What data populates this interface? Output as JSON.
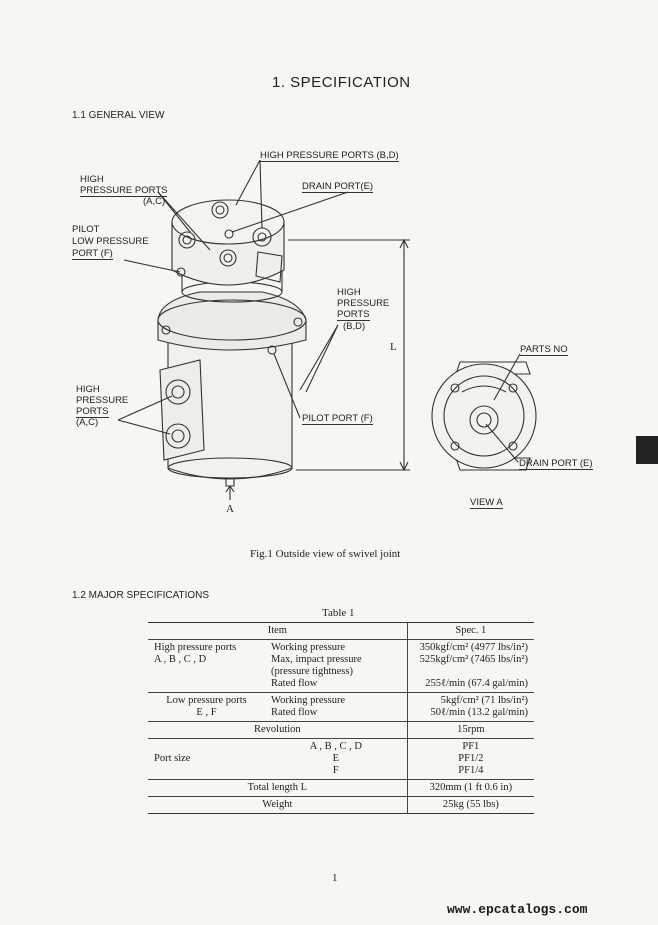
{
  "page": {
    "title": "1.  SPECIFICATION",
    "section1": "1.1  GENERAL VIEW",
    "section2": "1.2  MAJOR SPECIFICATIONS",
    "page_number": "1",
    "watermark": "www.epcatalogs.com"
  },
  "figure": {
    "labels": {
      "hp_top": "HIGH PRESSURE PORTS (B,D)",
      "hp_left_1": "HIGH",
      "hp_left_2": "PRESSURE PORTS",
      "hp_left_3": "(A,C)",
      "drain": "DRAIN PORT(E)",
      "pilot_lp_1": "PILOT",
      "pilot_lp_2": "LOW PRESSURE",
      "pilot_lp_3": "PORT (F)",
      "hp_right_1": "HIGH",
      "hp_right_2": "PRESSURE",
      "hp_right_3": "PORTS",
      "hp_right_4": "(B,D)",
      "hp_low_1": "HIGH",
      "hp_low_2": "PRESSURE",
      "hp_low_3": "PORTS",
      "hp_low_4": "(A,C)",
      "pilot_port": "PILOT PORT (F)",
      "length": "L",
      "arrow_a": "A",
      "parts_no": "PARTS NO",
      "drain_view": "DRAIN PORT (E)",
      "view_a": "VIEW A"
    },
    "caption": "Fig.1   Outside view of swivel joint"
  },
  "table": {
    "title": "Table 1",
    "header": {
      "item": "Item",
      "spec": "Spec. 1"
    },
    "rows": [
      {
        "item": "High pressure ports\nA , B , C , D",
        "sub": "Working pressure\nMax, impact pressure\n(pressure tightness)\nRated flow",
        "spec": "350kgf/cm² (4977 lbs/in²)\n525kgf/cm² (7465 lbs/in²)\n\n255ℓ/min (67.4 gal/min)"
      },
      {
        "item": "Low pressure ports\nE , F",
        "sub": "Working pressure\nRated flow",
        "spec": "5kgf/cm² (71 lbs/in²)\n50ℓ/min (13.2 gal/min)"
      },
      {
        "item": "Revolution",
        "spec": "15rpm"
      },
      {
        "item": "Port size",
        "sub": "A  ,  B  ,  C  ,  D\nE\nF",
        "spec": "PF1\nPF1/2\nPF1/4"
      },
      {
        "item": "Total length L",
        "spec": "320mm (1 ft 0.6 in)"
      },
      {
        "item": "Weight",
        "spec": "25kg (55 lbs)"
      }
    ]
  }
}
